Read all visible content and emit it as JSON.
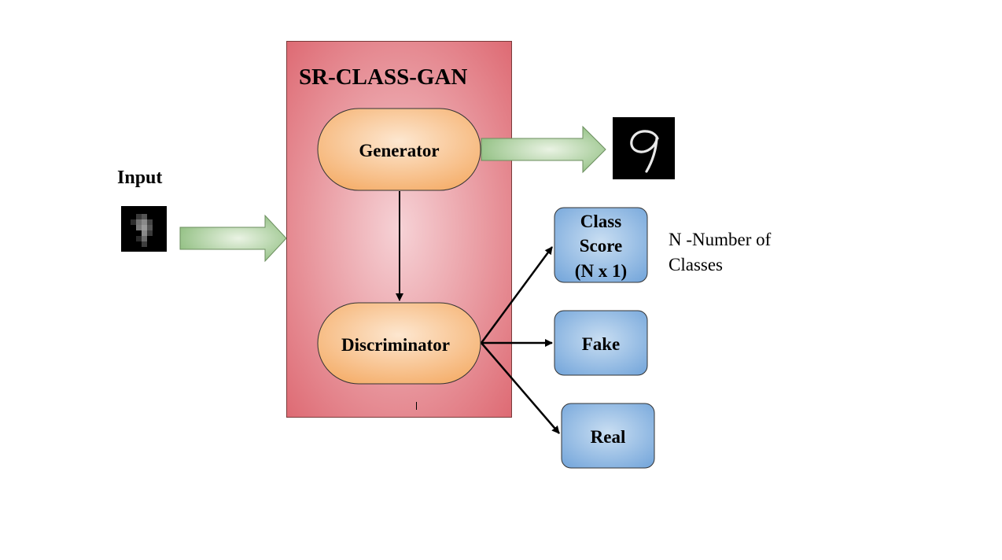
{
  "diagram": {
    "title": "SR-CLASS-GAN",
    "input_label": "Input",
    "nodes": {
      "generator": "Generator",
      "discriminator": "Discriminator",
      "class_score": [
        "Class",
        "Score",
        "(N x 1)"
      ],
      "fake": "Fake",
      "real": "Real"
    },
    "annotation": [
      "N -Number of",
      "Classes"
    ],
    "colors": {
      "container_edge": "#de6b74",
      "container_center": "#f6d2d6",
      "node_orange_light": "#fde7d0",
      "node_orange_dark": "#f5b06e",
      "node_blue_light": "#c9def2",
      "node_blue_dark": "#76a7db",
      "arrow_green_light": "#e6f1e0",
      "arrow_green_dark": "#8fbd80"
    }
  }
}
